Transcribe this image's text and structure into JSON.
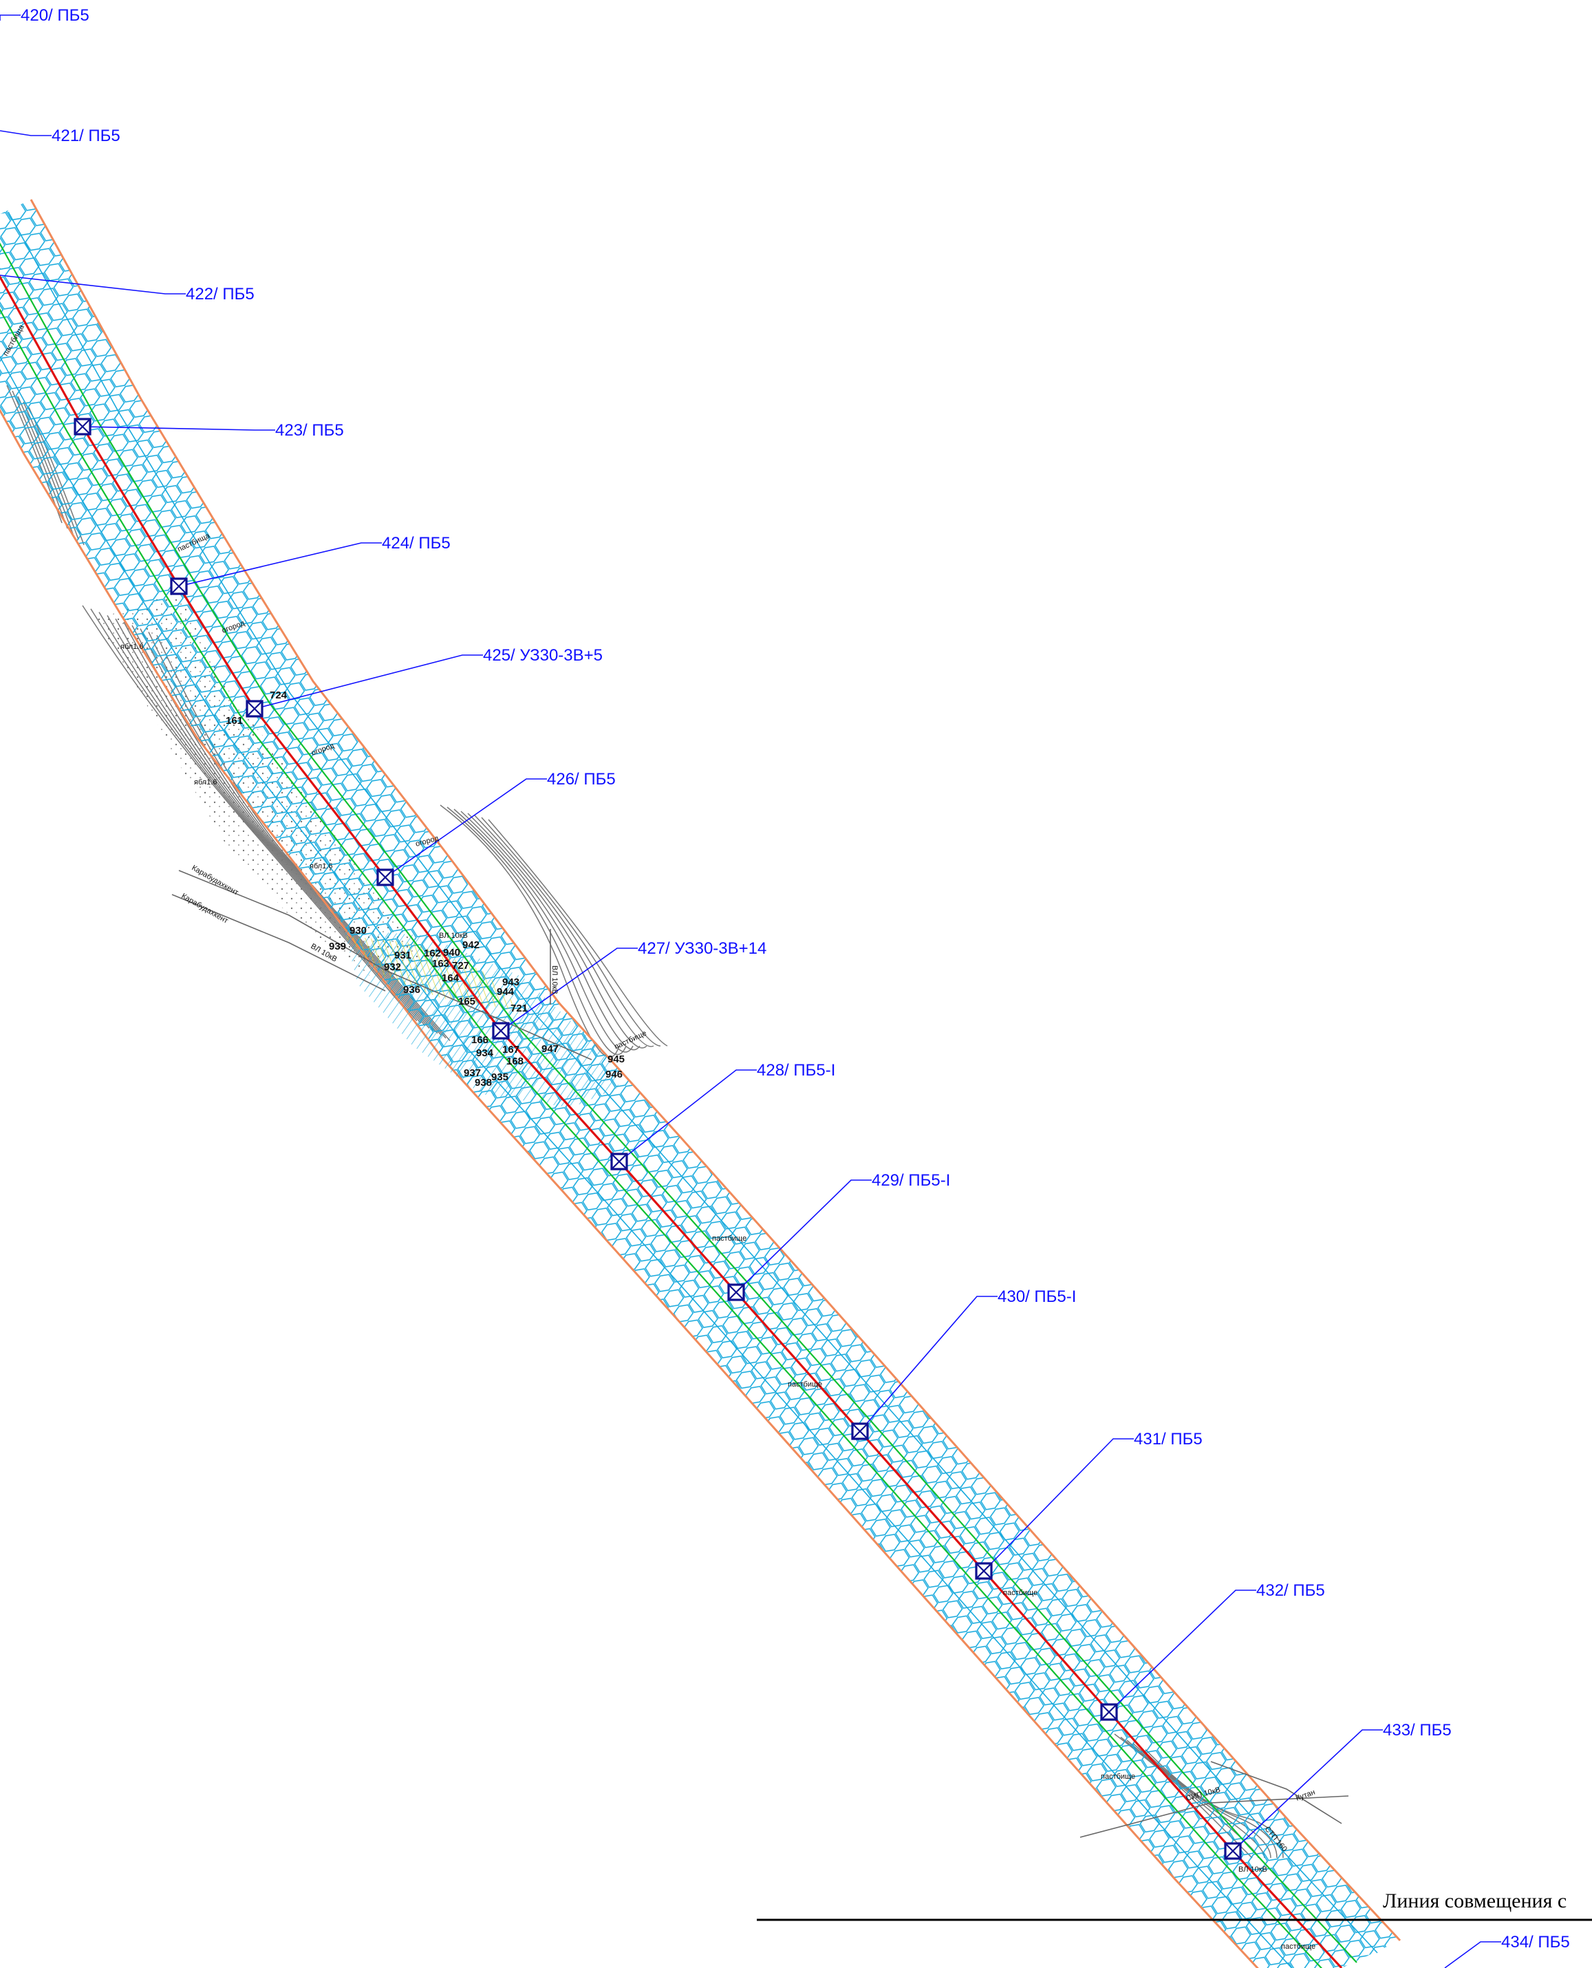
{
  "colors": {
    "route": "#e01010",
    "cable": "#10c030",
    "boundary": "#f08a5a",
    "hatch": "#18aadd",
    "pole": "#101090",
    "leader": "#1010ff",
    "terrain": "#777777"
  },
  "poles": [
    {
      "label": "420/ ПБ5"
    },
    {
      "label": "421/ ПБ5"
    },
    {
      "label": "422/ ПБ5"
    },
    {
      "label": "423/ ПБ5"
    },
    {
      "label": "424/ ПБ5"
    },
    {
      "label": "425/ УЗ30-3В+5"
    },
    {
      "label": "426/ ПБ5"
    },
    {
      "label": "427/ УЗ30-3В+14"
    },
    {
      "label": "428/ ПБ5-I"
    },
    {
      "label": "429/ ПБ5-I"
    },
    {
      "label": "430/ ПБ5-I"
    },
    {
      "label": "431/ ПБ5"
    },
    {
      "label": "432/ ПБ5"
    },
    {
      "label": "433/ ПБ5"
    },
    {
      "label": "434/ ПБ5"
    }
  ],
  "annotations": [
    {
      "text": "пастбища"
    },
    {
      "text": "пастбища"
    },
    {
      "text": "огород"
    },
    {
      "text": "огород"
    },
    {
      "text": "огород"
    },
    {
      "text": "ябл1.6"
    },
    {
      "text": "ябл1.6"
    },
    {
      "text": "ябл1.6"
    },
    {
      "text": "Карабудахкент"
    },
    {
      "text": "Карабудахкент"
    },
    {
      "text": "ВЛ 10кВ"
    },
    {
      "text": "ВЛ 10кВ"
    },
    {
      "text": "ВЛ 10кВ"
    },
    {
      "text": "пастбище"
    },
    {
      "text": "пастбище"
    },
    {
      "text": "пастбище"
    },
    {
      "text": "пастбище"
    },
    {
      "text": "пастбище"
    },
    {
      "text": "пастбище"
    },
    {
      "text": "Кутан"
    },
    {
      "text": "СИП 10кВ"
    },
    {
      "text": "СТП 160"
    },
    {
      "text": "ВЛ 10кВ"
    }
  ],
  "numbers": [
    "724",
    "161",
    "930",
    "939",
    "931",
    "932",
    "936",
    "162",
    "940",
    "942",
    "163",
    "727",
    "164",
    "943",
    "944",
    "721",
    "165",
    "166",
    "934",
    "167",
    "168",
    "947",
    "945",
    "946",
    "937",
    "938",
    "935"
  ],
  "match_line": {
    "text": "Линия совмещения с"
  }
}
